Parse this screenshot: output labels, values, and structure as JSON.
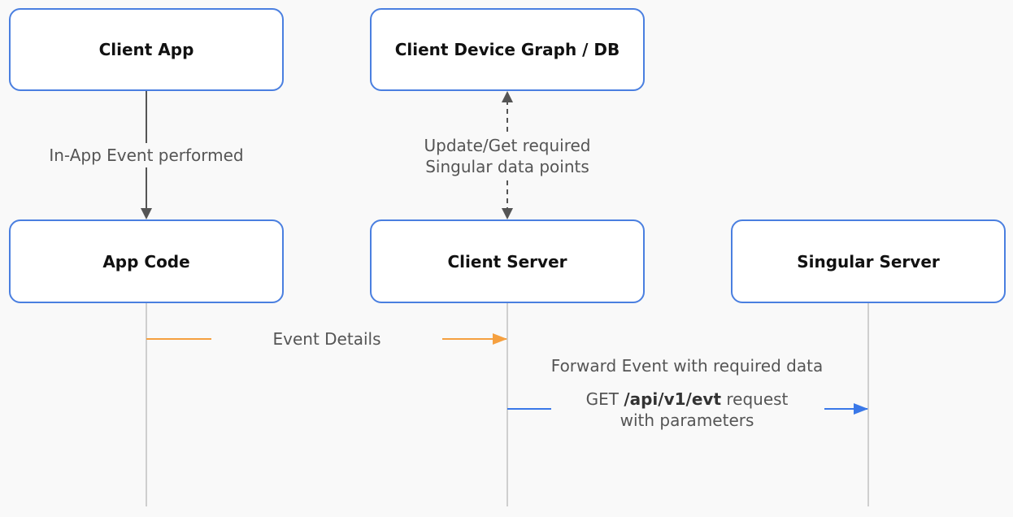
{
  "nodes": {
    "client_app": "Client App",
    "client_db": "Client Device Graph / DB",
    "app_code": "App Code",
    "client_server": "Client Server",
    "singular_server": "Singular Server"
  },
  "edges": {
    "in_app_event": "In-App Event performed",
    "update_get_line1": "Update/Get required",
    "update_get_line2": "Singular data points",
    "event_details": "Event Details",
    "forward_event": "Forward Event with required data",
    "get_prefix": "GET ",
    "get_path": "/api/v1/evt",
    "get_suffix": " request",
    "get_line2": "with parameters"
  },
  "colors": {
    "node_border": "#4a7fe0",
    "event_details_arrow": "#f5a040",
    "forward_arrow": "#3a78e8",
    "solid_arrow": "#555555",
    "lifeline": "#cfcfcf"
  }
}
